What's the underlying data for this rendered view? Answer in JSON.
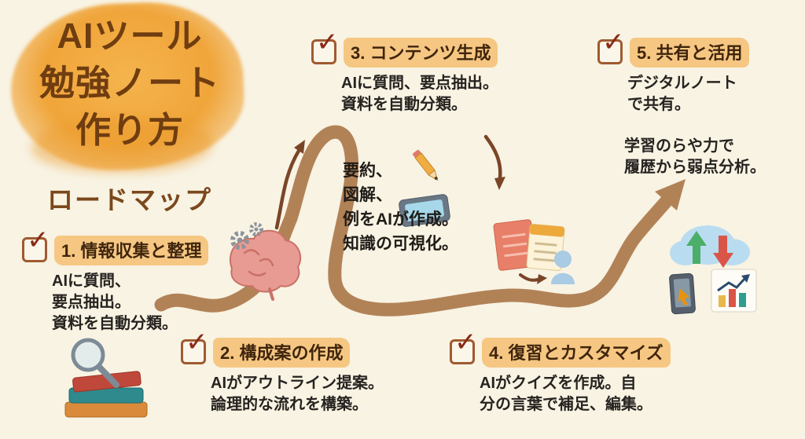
{
  "title": {
    "line1": "AIツール",
    "line2": "勉強ノート",
    "line3": "作り方",
    "subtitle": "ロードマップ"
  },
  "icons": {
    "checkmark": "✓",
    "list": [
      "magnifier-icon",
      "books-icon",
      "brain-gears-icon",
      "pencil-icon",
      "tablet-icon",
      "sticky-notes-icon",
      "person-icon",
      "cloud-sync-icon",
      "smartphone-icon",
      "chart-icon",
      "road-arrow-icon"
    ]
  },
  "steps": [
    {
      "label": "1. 情報収集と整理",
      "desc": "AIに質問、\n要点抽出。\n資料を自動分類。"
    },
    {
      "label": "2. 構成案の作成",
      "desc": "AIがアウトライン提案。\n論理的な流れを構築。"
    },
    {
      "label": "3. コンテンツ生成",
      "desc": "AIに質問、要点抽出。\n資料を自動分類。"
    },
    {
      "label": "4. 復習とカスタマイズ",
      "desc": "AIがクイズを作成。自\n分の言葉で補足、編集。"
    },
    {
      "label": "5. 共有と活用",
      "desc": "デジタルノート\nで共有。",
      "desc2": "学習のらや力で\n履歴から弱点分析。"
    }
  ],
  "center_note": "要約、\n図解、\n例をAIが作成。\n知識の可視化。",
  "colors": {
    "background": "#f8f3e3",
    "road": "#b28257",
    "arrow": "#7a4527",
    "highlight": "#f7c57b",
    "title_text": "#6f3d10",
    "blob": "#f0a53a",
    "check": "#8a2a1a"
  }
}
